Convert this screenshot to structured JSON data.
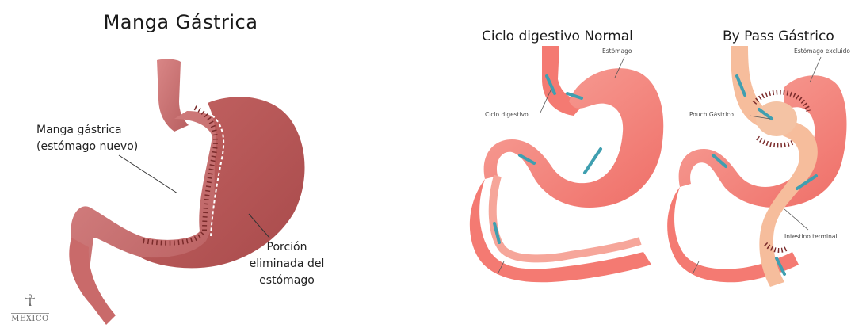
{
  "left_panel": {
    "title": "Manga Gástrica",
    "sleeve_label_line1": "Manga gástrica",
    "sleeve_label_line2": "(estómago nuevo)",
    "removed_label_line1": "Porción",
    "removed_label_line2": "eliminada del",
    "removed_label_line3": "estómago"
  },
  "middle_panel": {
    "title": "Ciclo digestivo Normal",
    "stomach_label": "Estómago",
    "cycle_label": "Ciclo digestivo"
  },
  "right_panel": {
    "title": "By Pass Gástrico",
    "excluded_label": "Estómago excluido",
    "pouch_label": "Pouch Gástrico",
    "intestine_label": "Intestino terminal"
  },
  "logo": {
    "text": "MEXICO"
  },
  "colors": {
    "sleeve_tissue": "#c96a6a",
    "removed_tissue": "#b85553",
    "organ_light": "#f47a72",
    "organ_fill": "#f39a92",
    "bypass_tube": "#f6bd9c",
    "flow_arrow": "#3f9fb0",
    "staples": "#7a2a2a"
  }
}
